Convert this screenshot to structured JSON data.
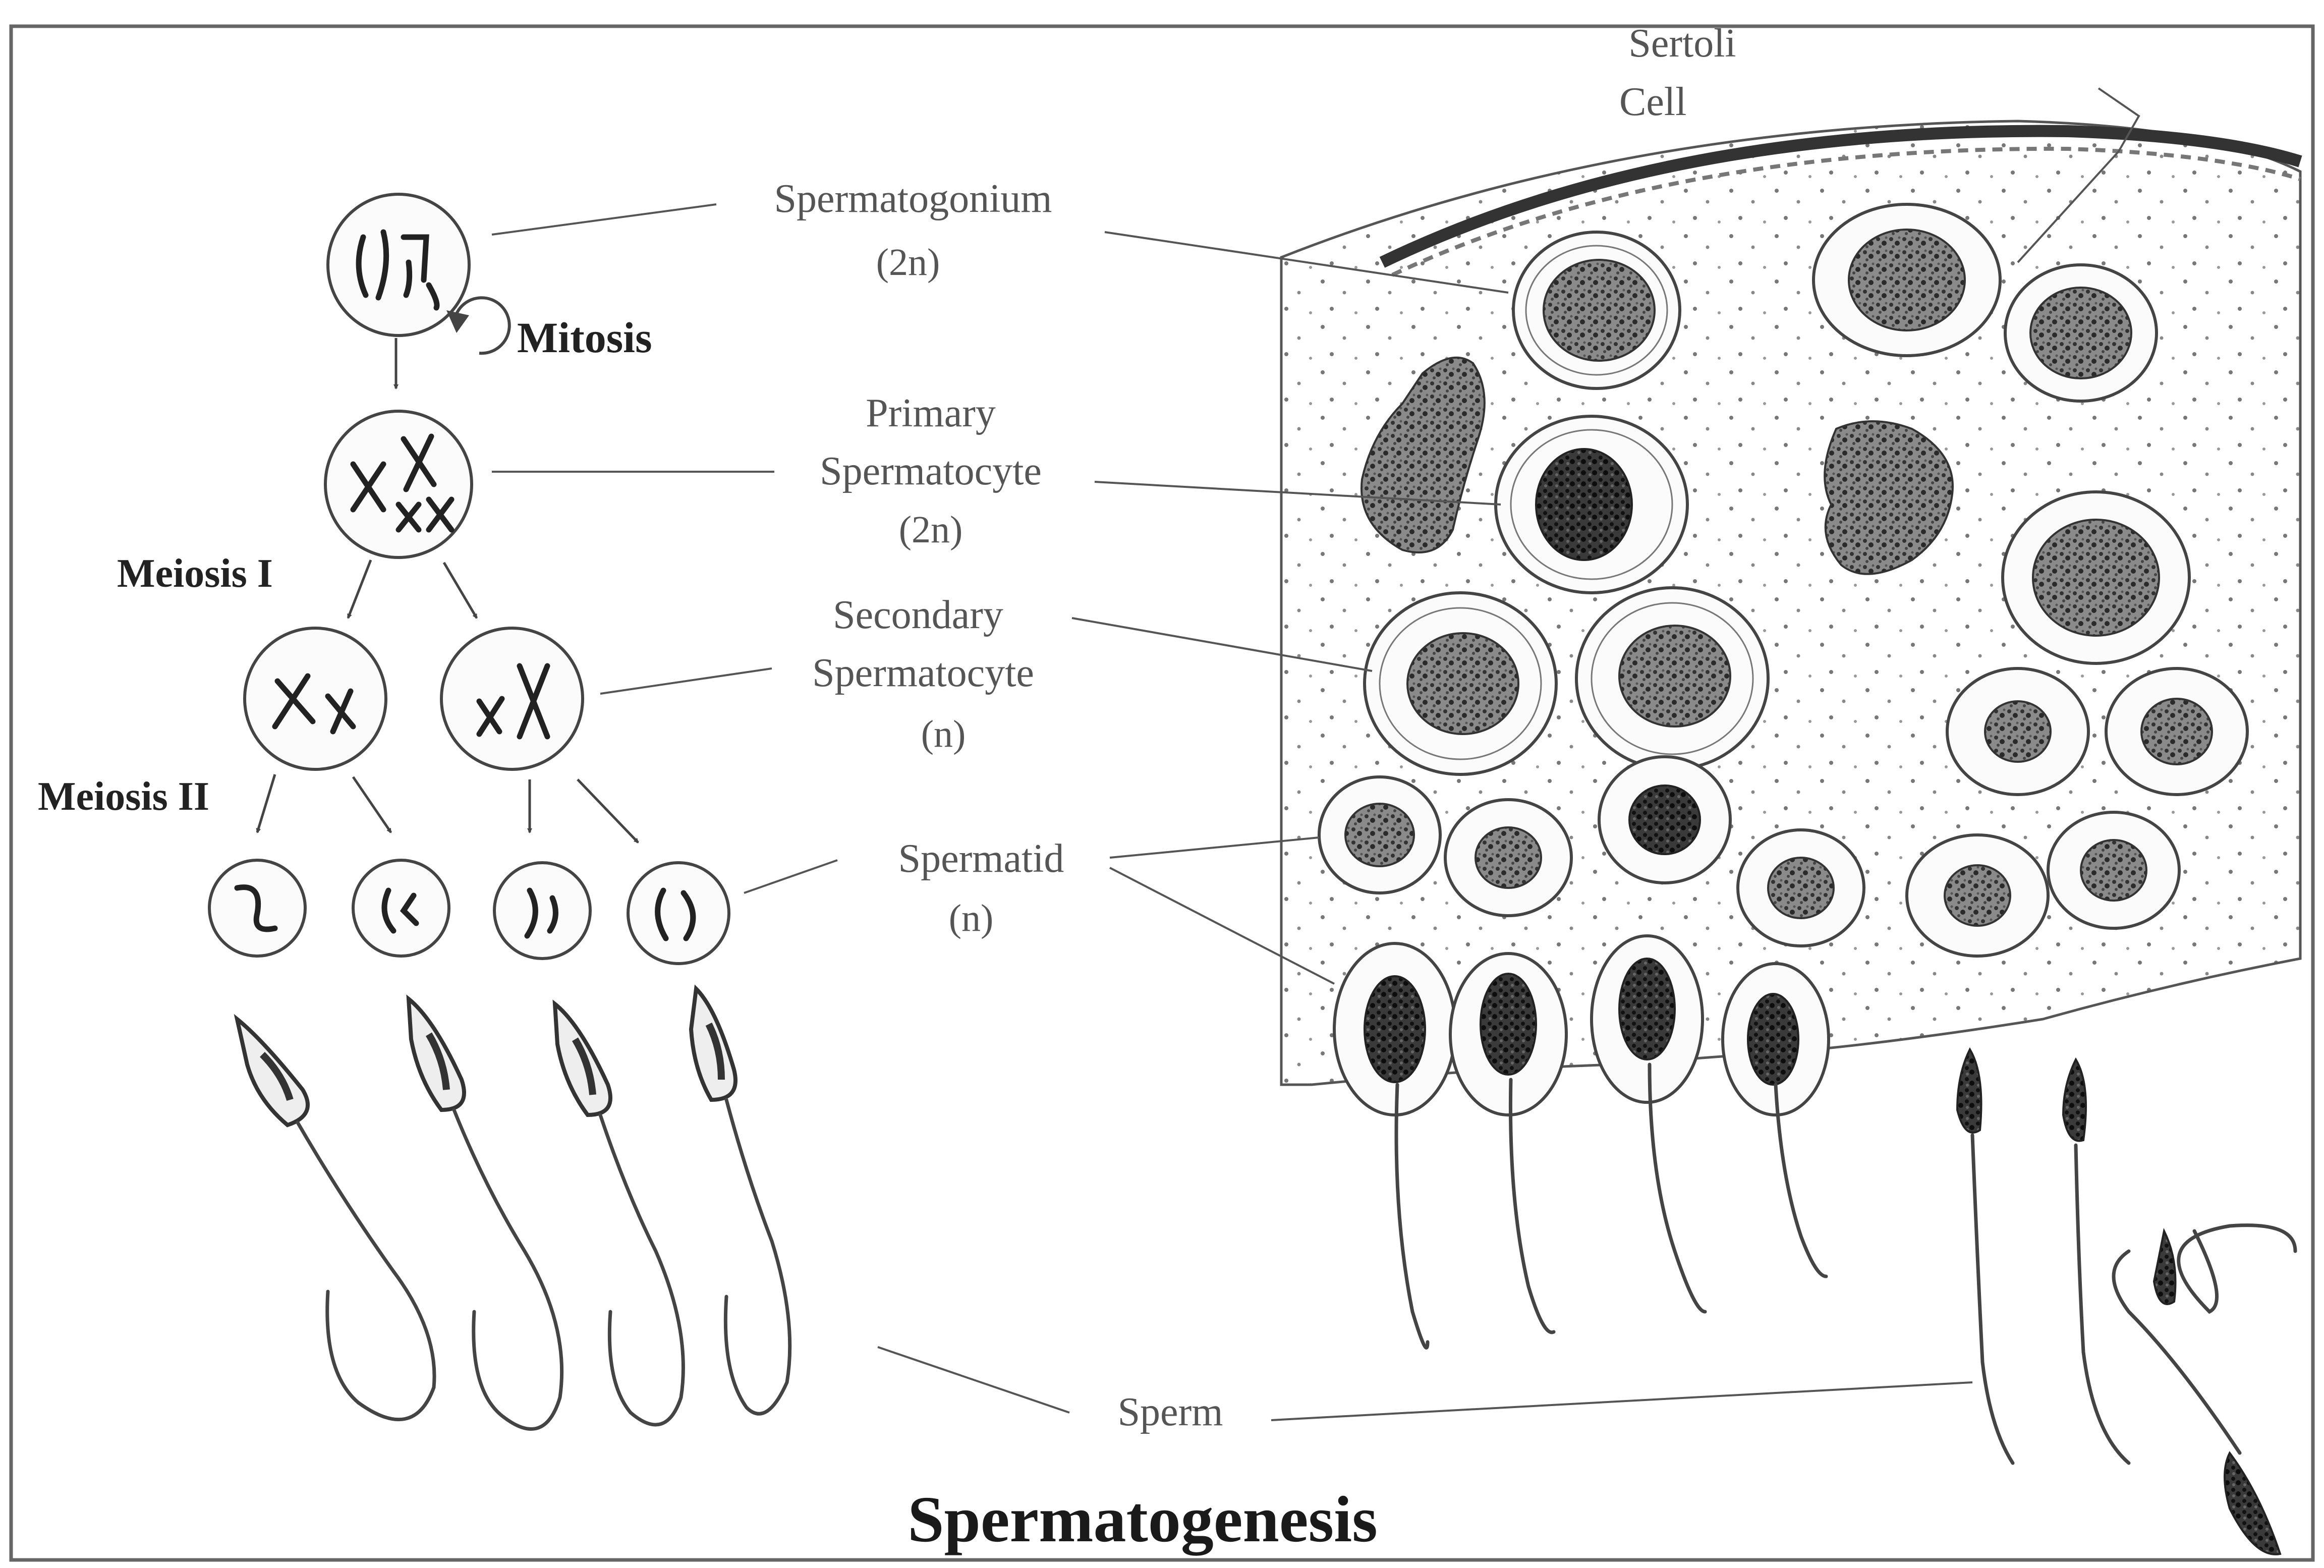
{
  "title": "Spermatogenesis",
  "stage_labels": {
    "mitosis": "Mitosis",
    "meiosis_1": "Meiosis I",
    "meiosis_2": "Meiosis II"
  },
  "cell_labels": {
    "spermatogonium": {
      "name": "Spermatogonium",
      "ploidy": "(2n)"
    },
    "primary_spermatocyte": {
      "line1": "Primary",
      "line2": "Spermatocyte",
      "ploidy": "(2n)"
    },
    "secondary_spermatocyte": {
      "line1": "Secondary",
      "line2": "Spermatocyte",
      "ploidy": "(n)"
    },
    "spermatid": {
      "name": "Spermatid",
      "ploidy": "(n)"
    },
    "sperm": {
      "name": "Sperm"
    },
    "sertoli_cell": {
      "line1": "Sertoli",
      "line2": "Cell"
    }
  }
}
